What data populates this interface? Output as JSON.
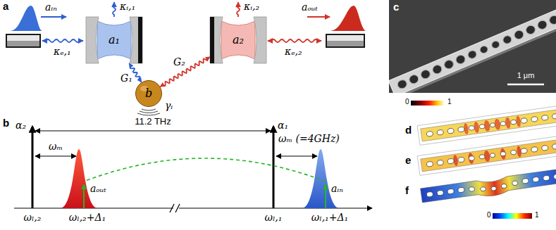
{
  "diagram": {
    "nodes": [
      {
        "text": [
          "a₁"
        ]
      },
      {
        "text": [
          "a₂"
        ]
      },
      {
        "text": [
          "b"
        ]
      }
    ],
    "edges": [
      {
        "from": 0,
        "to": 2,
        "arrow": "both",
        "label": "G₁"
      },
      {
        "from": 2,
        "to": 1,
        "arrow": "both",
        "label": "G₂"
      }
    ],
    "labels": [
      "a",
      "aᵢₙ",
      "κₑ,₁",
      "κᵢ,₁",
      "κᵢ,₂",
      "aₒᵤₜ",
      "κₑ,₂",
      "γᵢ",
      "b",
      "α₂",
      "11.2 THz",
      "α₁",
      "ωₘ",
      "ωₘ (=4GHz)",
      "aₒᵤₜ",
      "aᵢₙ",
      "ωₗ,₂",
      "ωₗ,₂+Δ₁",
      "ωₗ,₁",
      "ωₗ,₁+Δ₁",
      "c",
      "1 μm",
      "0",
      "1",
      "d",
      "e",
      "f",
      "0",
      "1"
    ]
  }
}
